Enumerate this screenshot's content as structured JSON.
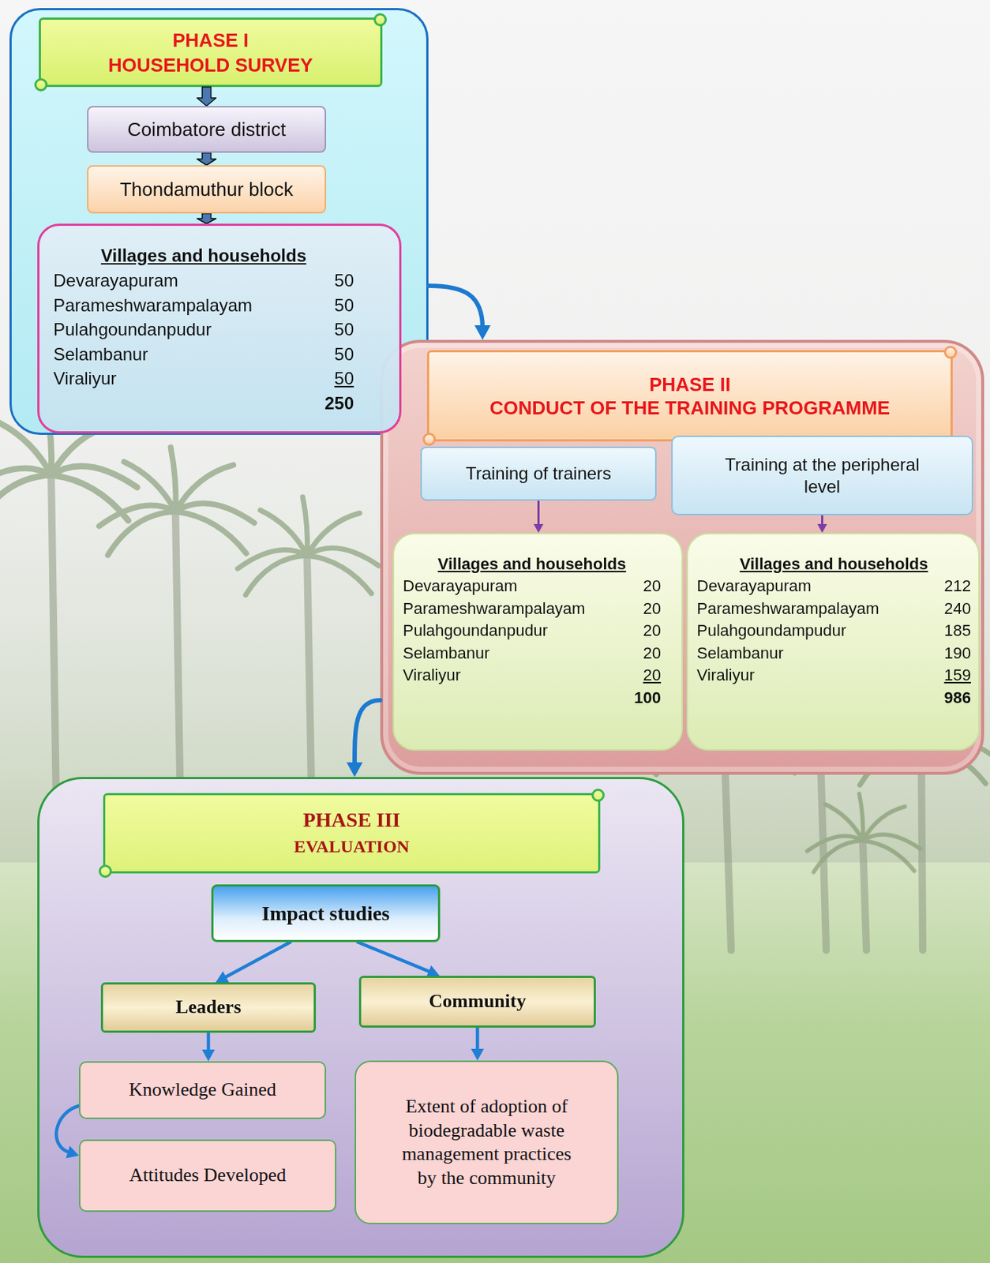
{
  "diagram": {
    "nodes": [
      {
        "text": [
          "PHASE I",
          "HOUSEHOLD SURVEY"
        ]
      },
      {
        "text": [
          "Coimbatore district"
        ],
        "in": 0
      },
      {
        "text": [
          "Thondamuthur block"
        ],
        "in": 0
      },
      {
        "text": [
          "Villages and households",
          "Devarayapuram",
          "50",
          "Parameshwarampalayam",
          "50",
          "Pulahgoundanpudur",
          "50",
          "Selambanur",
          "50",
          "Viraliyur",
          "50",
          "250"
        ],
        "in": 0
      },
      {
        "text": [
          "PHASE II",
          "CONDUCT OF THE TRAINING PROGRAMME"
        ]
      },
      {
        "text": [
          "Training of trainers"
        ],
        "in": 4
      },
      {
        "text": [
          "Training at the peripheral level"
        ],
        "in": 4
      },
      {
        "text": [
          "Villages and households",
          "Devarayapuram",
          "20",
          "Parameshwarampalayam",
          "20",
          "Pulahgoundanpudur",
          "20",
          "Selambanur",
          "20",
          "Viraliyur",
          "20",
          "100"
        ],
        "in": 4
      },
      {
        "text": [
          "Villages and households",
          "Devarayapuram",
          "212",
          "Parameshwarampalayam",
          "240",
          "Pulahgoundampudur",
          "185",
          "Selambanur",
          "190",
          "Viraliyur",
          "159",
          "986"
        ],
        "in": 4
      },
      {
        "text": [
          "PHASE III",
          "EVALUATION"
        ]
      },
      {
        "text": [
          "Impact studies"
        ],
        "in": 9
      },
      {
        "text": [
          "Leaders"
        ],
        "in": 9
      },
      {
        "text": [
          "Community"
        ],
        "in": 9
      },
      {
        "text": [
          "Knowledge Gained"
        ],
        "in": 9
      },
      {
        "text": [
          "Attitudes Developed"
        ],
        "in": 9
      },
      {
        "text": [
          "Extent of adoption of biodegradable waste management practices by the community"
        ],
        "in": 9
      }
    ],
    "edges": [
      {
        "from": 1,
        "to": 2,
        "arrow": "to"
      },
      {
        "from": 2,
        "to": 3,
        "arrow": "to"
      },
      {
        "from": 0,
        "to": 4,
        "arrow": "to"
      },
      {
        "from": 5,
        "to": 7,
        "arrow": "to"
      },
      {
        "from": 6,
        "to": 8,
        "arrow": "to"
      },
      {
        "from": 4,
        "to": 9,
        "arrow": "to"
      },
      {
        "from": 10,
        "to": 11,
        "arrow": "to"
      },
      {
        "from": 10,
        "to": 12,
        "arrow": "to"
      },
      {
        "from": 11,
        "to": 13,
        "arrow": "to"
      },
      {
        "from": 12,
        "to": 15,
        "arrow": "to"
      },
      {
        "from": 13,
        "to": 14,
        "arrow": "to"
      }
    ]
  }
}
